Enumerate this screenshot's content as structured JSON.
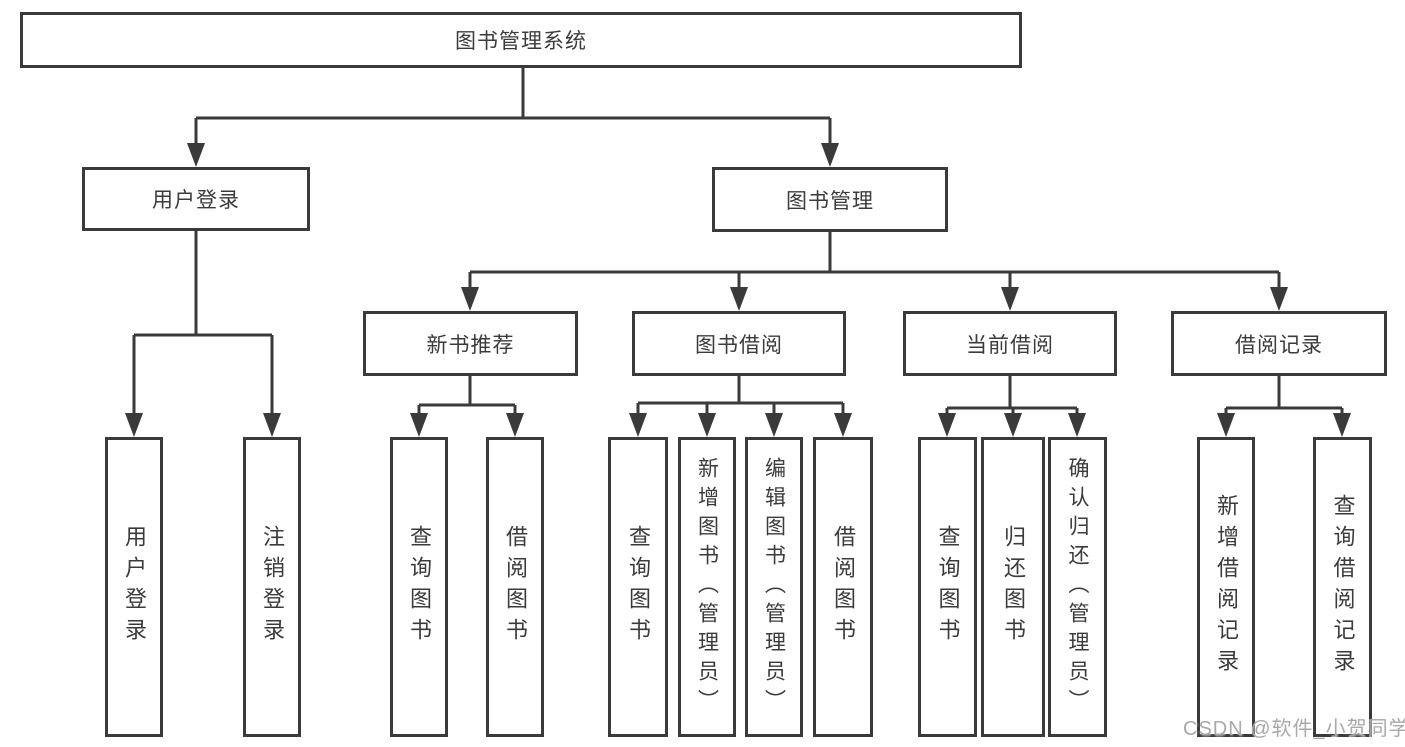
{
  "nodes": {
    "root": "图书管理系统",
    "login": "用户登录",
    "management": "图书管理",
    "level2": [
      "新书推荐",
      "图书借阅",
      "当前借阅",
      "借阅记录"
    ],
    "login_children": [
      "用户登录",
      "注销登录"
    ],
    "newbook_children": [
      "查询图书",
      "借阅图书"
    ],
    "borrow_children": [
      "查询图书",
      "新增图书（管理员）",
      "编辑图书（管理员）",
      "借阅图书"
    ],
    "current_children": [
      "查询图书",
      "归还图书",
      "确认归还（管理员）"
    ],
    "record_children": [
      "新增借阅记录",
      "查询借阅记录"
    ]
  },
  "watermark": {
    "text": "CSDN @软件_小贺同学"
  },
  "colors": {
    "line": "#3a3a3a",
    "text": "#3b3b3b",
    "watermark": "#a9a9a9",
    "background": "#ffffff"
  }
}
